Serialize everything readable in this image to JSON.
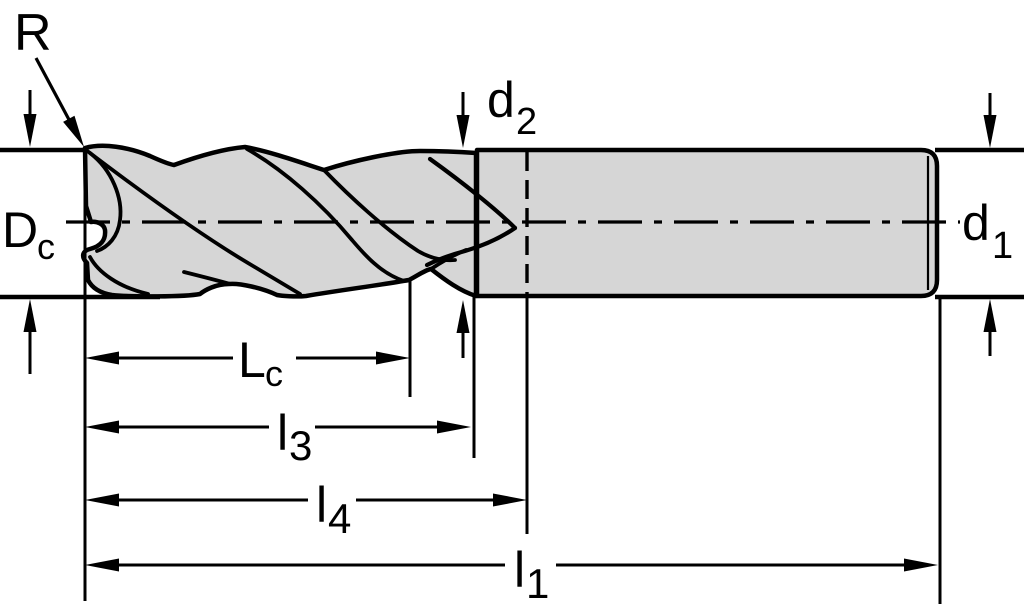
{
  "figure": {
    "kind": "end-mill-dimension-drawing"
  },
  "colors": {
    "line": "#000000",
    "part_fill": "#d6d6d6",
    "background": "#ffffff"
  },
  "labels": {
    "radius": {
      "main": "R"
    },
    "d2": {
      "main": "d",
      "sub": "2"
    },
    "Dc": {
      "main": "D",
      "sub": "c"
    },
    "d1": {
      "main": "d",
      "sub": "1"
    },
    "Lc": {
      "main": "L",
      "sub": "c"
    },
    "l3": {
      "main": "l",
      "sub": "3"
    },
    "l4": {
      "main": "l",
      "sub": "4"
    },
    "l1": {
      "main": "l",
      "sub": "1"
    }
  }
}
